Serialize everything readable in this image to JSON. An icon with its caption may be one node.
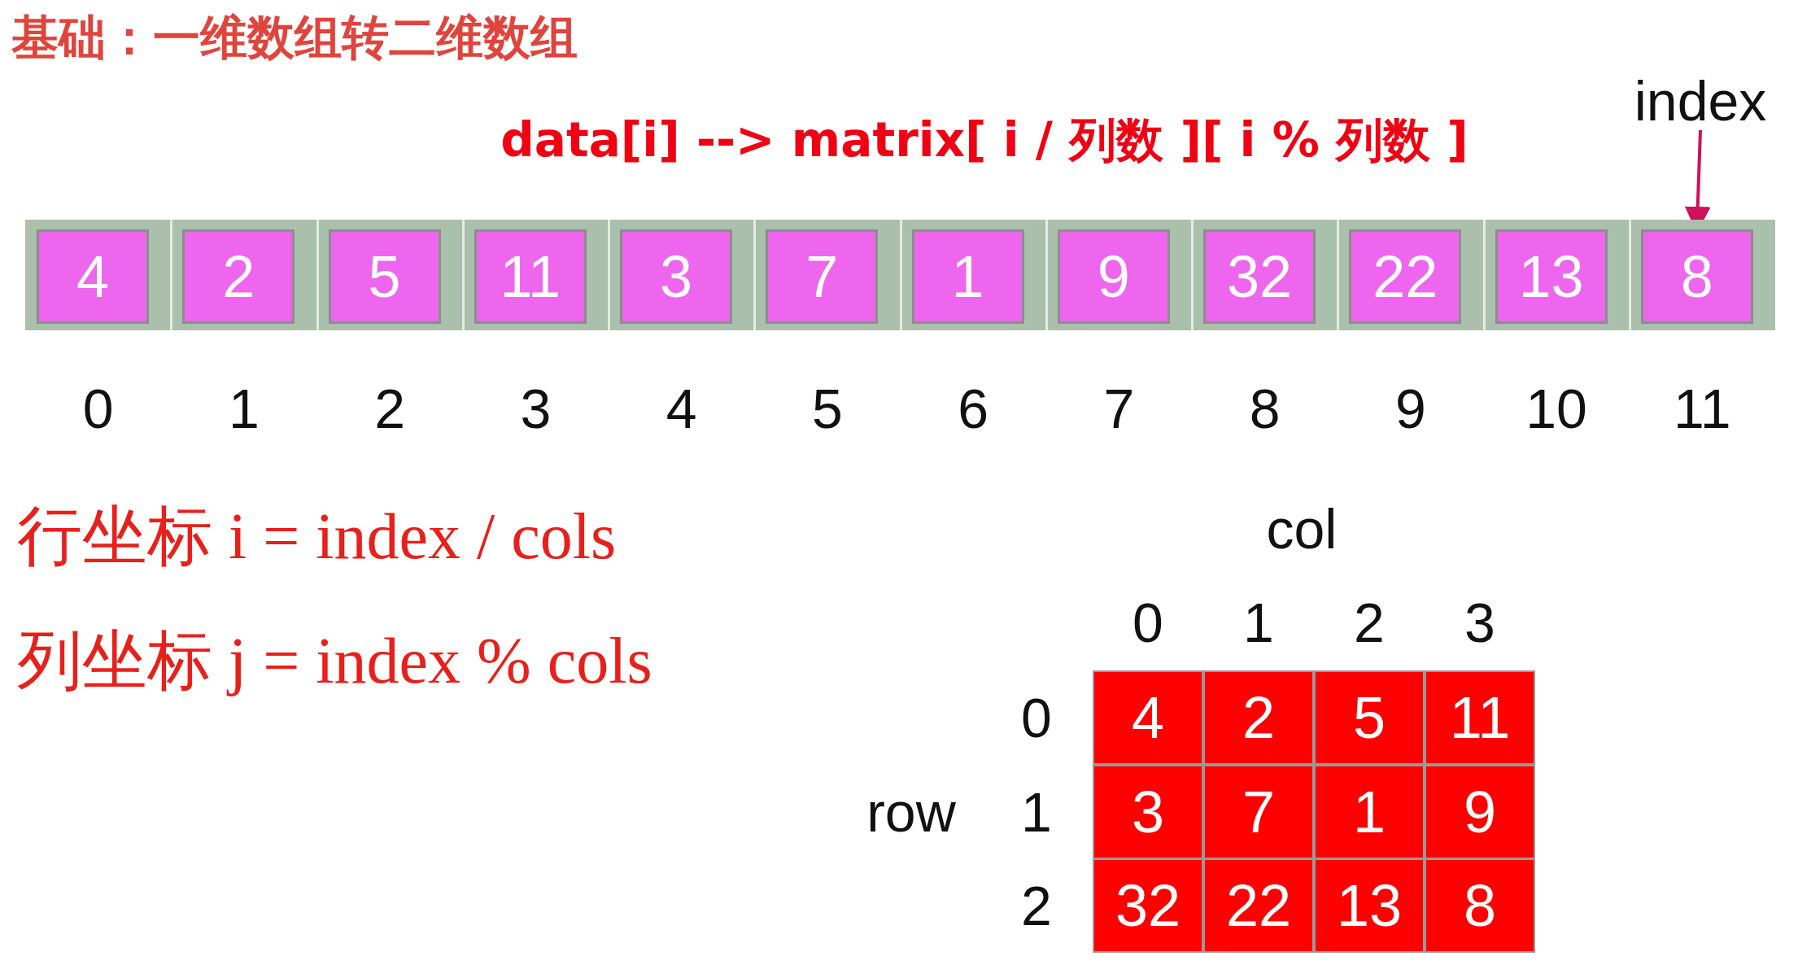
{
  "diagram": {
    "title": "基础：一维数组转二维数组",
    "nodes": [
      {
        "text": [
          "index"
        ]
      },
      {
        "text": [
          "4"
        ]
      },
      {
        "text": [
          "2"
        ]
      },
      {
        "text": [
          "5"
        ]
      },
      {
        "text": [
          "11"
        ]
      },
      {
        "text": [
          "3"
        ]
      },
      {
        "text": [
          "7"
        ]
      },
      {
        "text": [
          "1"
        ]
      },
      {
        "text": [
          "9"
        ]
      },
      {
        "text": [
          "32"
        ]
      },
      {
        "text": [
          "22"
        ]
      },
      {
        "text": [
          "13"
        ]
      },
      {
        "text": [
          "8"
        ]
      }
    ],
    "edges": [
      {
        "from": 0,
        "to": 12,
        "arrow": "to"
      }
    ],
    "labels": [
      "data[i] --> matrix[ i / 列数 ][ i % 列数 ]",
      "0",
      "1",
      "2",
      "3",
      "4",
      "5",
      "6",
      "7",
      "8",
      "9",
      "10",
      "11",
      "行坐标 i = index / cols",
      "列坐标 j = index % cols",
      "col",
      "0",
      "1",
      "2",
      "3",
      "0",
      "4",
      "2",
      "5",
      "11",
      "row",
      "1",
      "3",
      "7",
      "1",
      "9",
      "2",
      "32",
      "22",
      "13",
      "8"
    ]
  }
}
